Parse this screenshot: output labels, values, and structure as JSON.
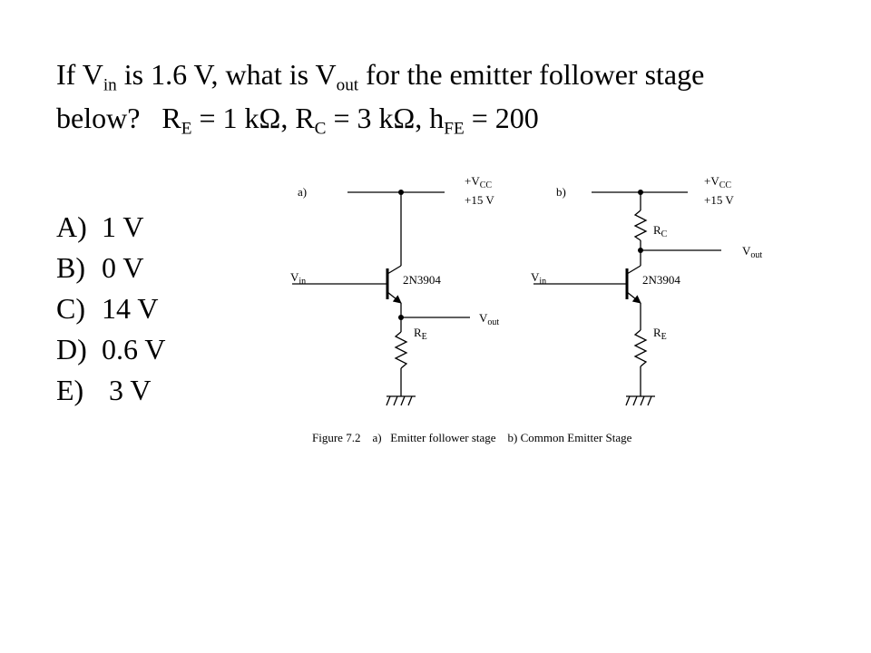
{
  "question": {
    "prefix": "If V",
    "vin_sub": "in",
    "mid1": " is 1.6 V, what is V",
    "vout_sub": "out",
    "mid2": " for the emitter follower stage",
    "line2_prefix": "below?   R",
    "re_sub": "E",
    "re_val": " = 1 kΩ, R",
    "rc_sub": "C",
    "rc_val": " = 3 kΩ, h",
    "hfe_sub": "FE",
    "hfe_val": " = 200"
  },
  "choices": [
    {
      "letter": "A)",
      "text": "1 V"
    },
    {
      "letter": "B)",
      "text": "0 V"
    },
    {
      "letter": "C)",
      "text": "14 V"
    },
    {
      "letter": "D)",
      "text": "0.6 V"
    },
    {
      "letter": "E)",
      "text": " 3 V"
    }
  ],
  "circuit_a": {
    "panel_label": "a)",
    "vcc_main": "+V",
    "vcc_sub": "CC",
    "supply": "+15 V",
    "vin_main": "V",
    "vin_sub": "in",
    "transistor": "2N3904",
    "vout_main": "V",
    "vout_sub": "out",
    "re_main": "R",
    "re_sub": "E"
  },
  "circuit_b": {
    "panel_label": "b)",
    "vcc_main": "+V",
    "vcc_sub": "CC",
    "supply": "+15 V",
    "rc_main": "R",
    "rc_sub": "C",
    "vout_main": "V",
    "vout_sub": "out",
    "vin_main": "V",
    "vin_sub": "in",
    "transistor": "2N3904",
    "re_main": "R",
    "re_sub": "E"
  },
  "figure_caption": "Figure 7.2    a)   Emitter follower stage    b) Common Emitter Stage"
}
